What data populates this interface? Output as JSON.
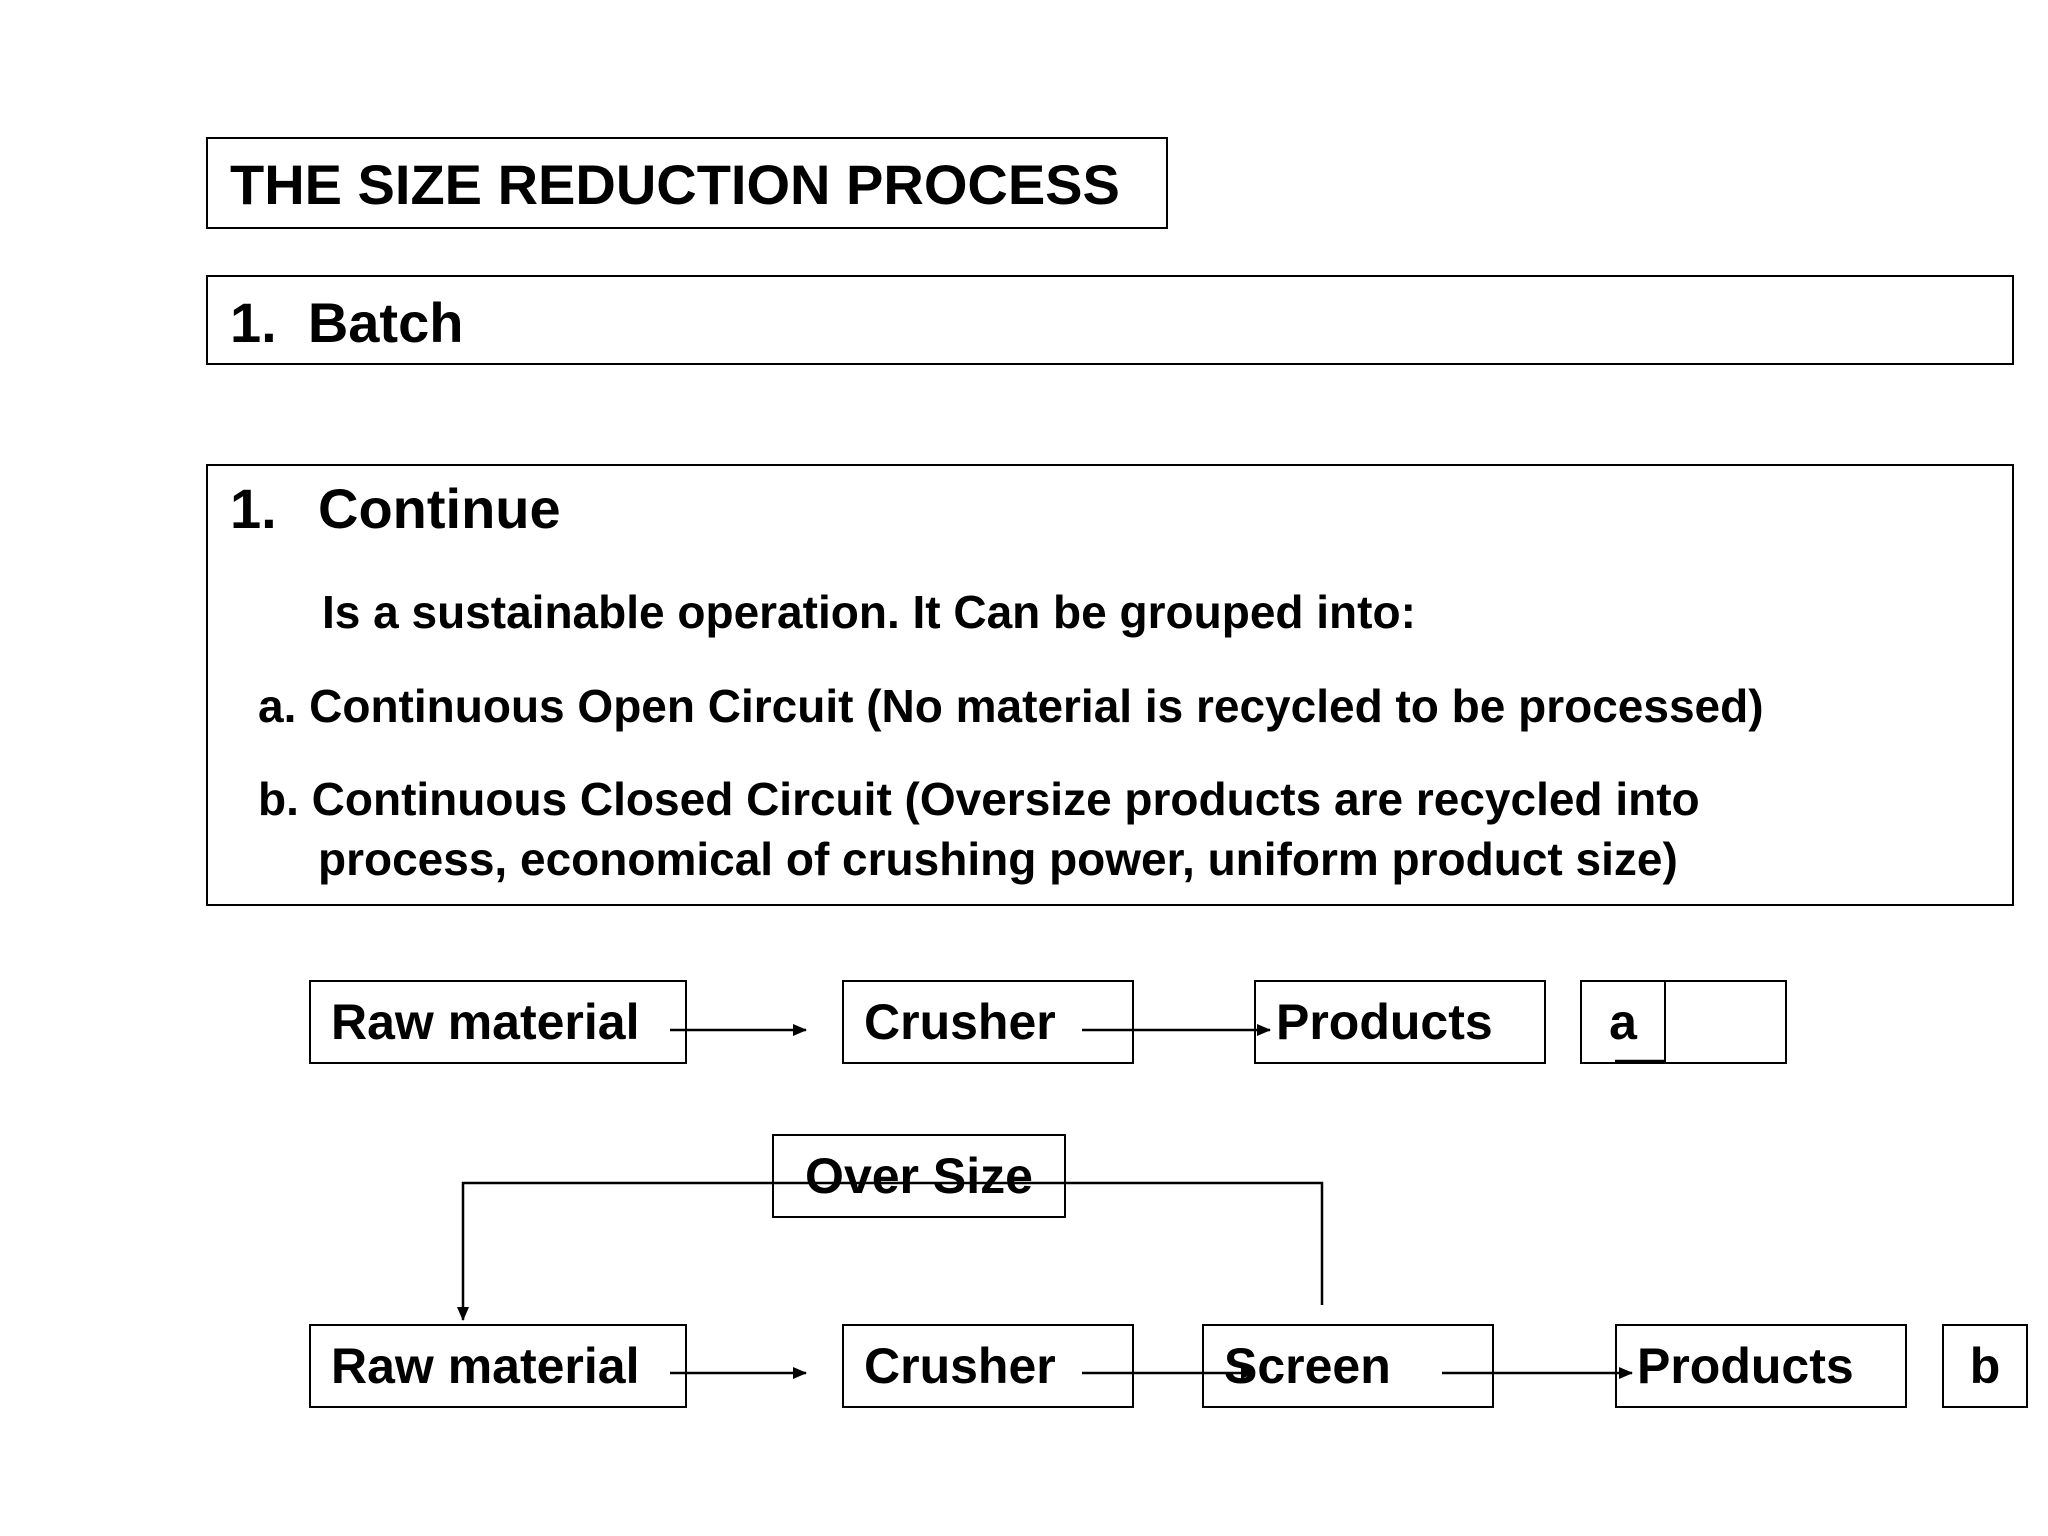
{
  "title": "THE SIZE REDUCTION PROCESS",
  "batch": {
    "number": "1.",
    "label": "Batch"
  },
  "continue": {
    "number": "1.",
    "label": "Continue",
    "intro": "Is a sustainable operation. It Can be grouped into:",
    "item_a": "a. Continuous Open Circuit (No material is recycled to be processed)",
    "item_b_line1": "b. Continuous Closed Circuit (Oversize products are recycled into",
    "item_b_line2": "process, economical of crushing power, uniform product size)"
  },
  "diagram_a": {
    "raw_material": "Raw material",
    "crusher": "Crusher",
    "products": "Products",
    "tag": "a"
  },
  "diagram_b": {
    "oversize": "Over Size",
    "raw_material": "Raw material",
    "crusher": "Crusher",
    "screen": "Screen",
    "products": "Products",
    "tag": "b"
  }
}
